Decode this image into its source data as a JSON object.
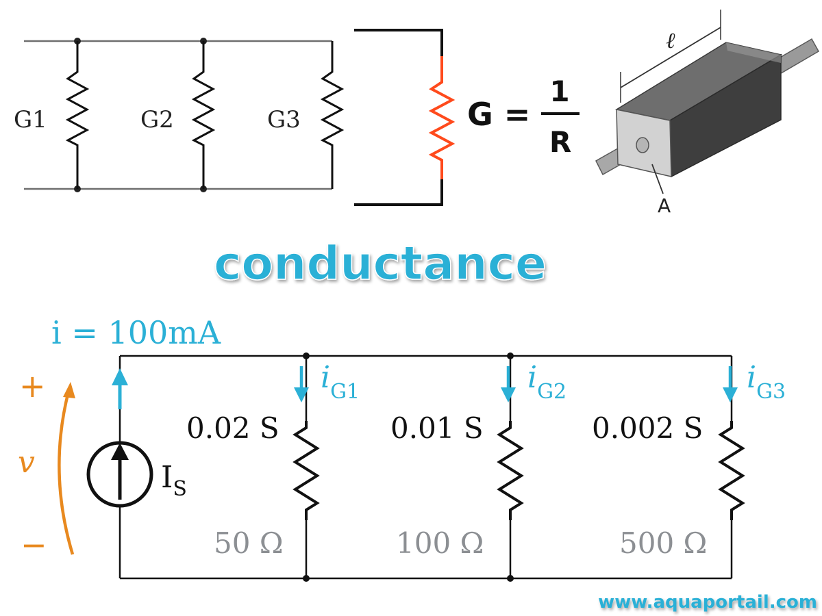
{
  "colors": {
    "wire": "#000000",
    "wire_grey": "#6f6f6f",
    "accent_blue": "#2bb0d6",
    "accent_orange": "#e8891f",
    "resistor_red": "#ff4a1c",
    "ohm_grey": "#8c8f93",
    "block_dark": "#4a4a4a",
    "block_light": "#cfcfcf"
  },
  "top_left": {
    "labels": [
      "G1",
      "G2",
      "G3"
    ]
  },
  "formula": {
    "lhs": "G =",
    "numerator": "1",
    "denominator": "R"
  },
  "block": {
    "length_label": "ℓ",
    "area_label": "A"
  },
  "title": "conductance",
  "circuit": {
    "current_label": "i = 100mA",
    "plus": "+",
    "minus": "−",
    "voltage_label": "v",
    "source_label": "I",
    "source_sub": "S",
    "branches": [
      {
        "current_main": "i",
        "current_sub": "G1",
        "conductance": "0.02 S",
        "resistance": "50 Ω"
      },
      {
        "current_main": "i",
        "current_sub": "G2",
        "conductance": "0.01 S",
        "resistance": "100 Ω"
      },
      {
        "current_main": "i",
        "current_sub": "G3",
        "conductance": "0.002 S",
        "resistance": "500 Ω"
      }
    ]
  },
  "watermark": "www.aquaportail.com"
}
